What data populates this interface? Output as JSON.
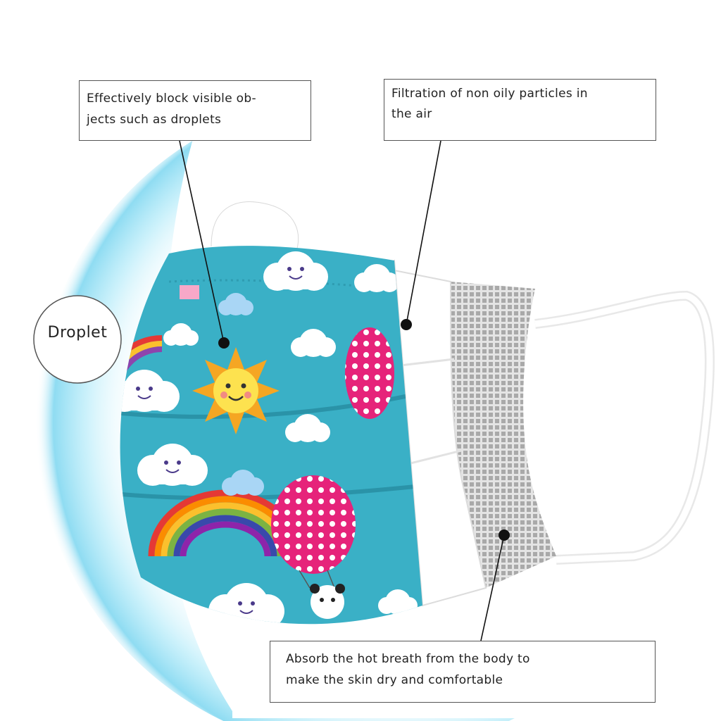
{
  "callouts": {
    "top_left": "Effectively block visible ob-\njects such as droplets",
    "top_right": "Filtration of non oily particles in\nthe air",
    "bottom": "Absorb the hot breath from the body to\nmake the skin dry and comfortable"
  },
  "droplet_label": "Droplet",
  "colors": {
    "mask_teal": "#3ab0c6",
    "sun": "#f5a623",
    "balloon_pink": "#e6237a",
    "droplet_glow": "#8fdcf2",
    "leader": "#111111"
  },
  "icons": [
    "droplet-glow",
    "mask-illustration",
    "ear-loop",
    "cloud-icon",
    "sun-icon",
    "rainbow-icon",
    "balloon-icon",
    "panda-icon"
  ]
}
